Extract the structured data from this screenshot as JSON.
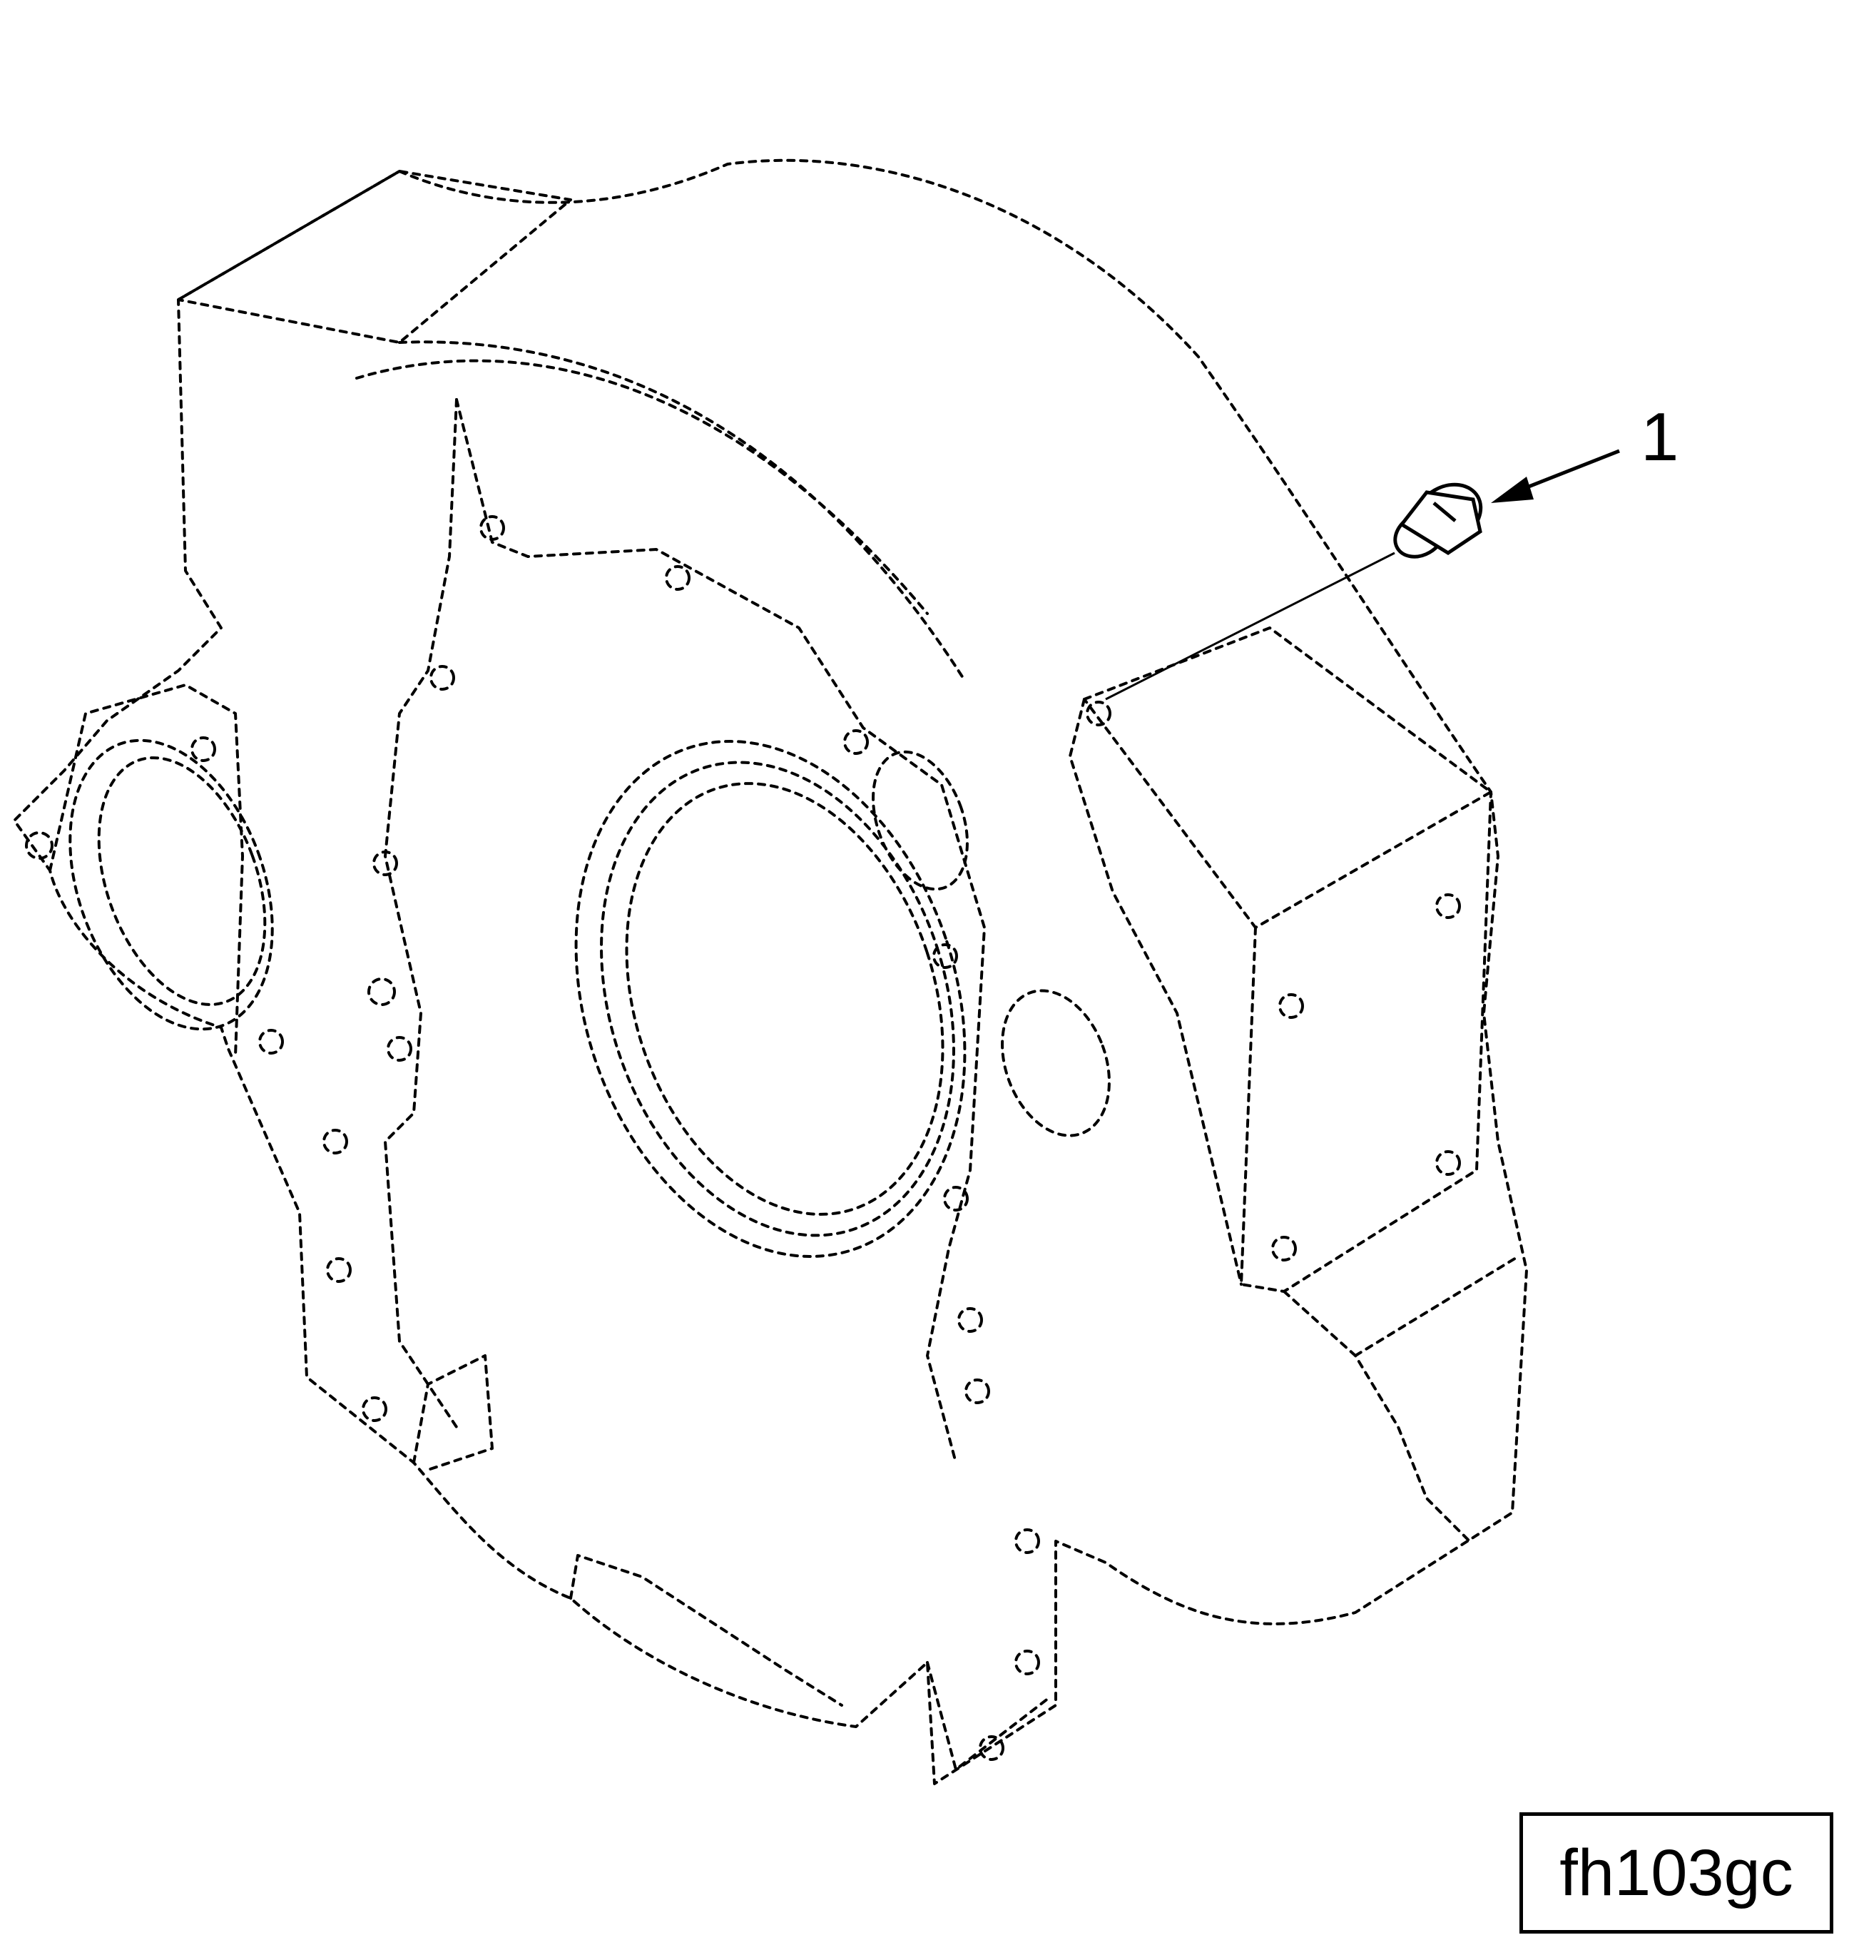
{
  "callouts": [
    {
      "label": "1",
      "part": "plug"
    }
  ],
  "figure_id": "fh103gc",
  "colors": {
    "line": "#000000",
    "background": "#ffffff"
  }
}
